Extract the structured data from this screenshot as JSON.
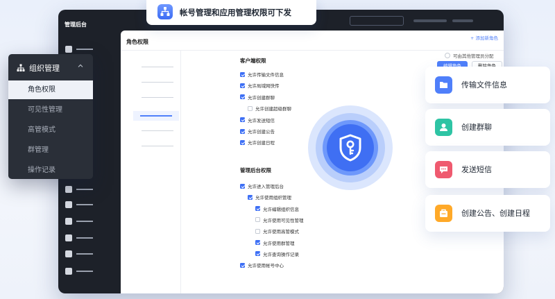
{
  "badge": {
    "title": "帐号管理和应用管理权限可下发",
    "icon": "org-chart-icon"
  },
  "app": {
    "title": "管理后台"
  },
  "page": {
    "title": "角色权限",
    "add_role": "+ 添加新角色"
  },
  "toolbar": {
    "edit_role": "编辑角色",
    "delete_role": "删除角色",
    "assign_option": "可由其他管理员分配"
  },
  "client_section": {
    "title": "客户端权限",
    "items": [
      {
        "label": "允许传输文件信息",
        "checked": true,
        "indent": 0
      },
      {
        "label": "允许局域网快传",
        "checked": true,
        "indent": 0
      },
      {
        "label": "允许创建群聊",
        "checked": true,
        "indent": 0
      },
      {
        "label": "允许创建超级群聊",
        "checked": false,
        "indent": 1
      },
      {
        "label": "允许发送短信",
        "checked": true,
        "indent": 0
      },
      {
        "label": "允许创建公告",
        "checked": true,
        "indent": 0
      },
      {
        "label": "允许创建日程",
        "checked": true,
        "indent": 0
      }
    ]
  },
  "admin_section": {
    "title": "管理后台权限",
    "items": [
      {
        "label": "允许进入管理后台",
        "checked": true,
        "indent": 0
      },
      {
        "label": "允许使用组织管理",
        "checked": true,
        "indent": 1
      },
      {
        "label": "允许编辑组织信息",
        "checked": true,
        "indent": 2
      },
      {
        "label": "允许使用可见性管理",
        "checked": false,
        "indent": 2
      },
      {
        "label": "允许使用高管模式",
        "checked": false,
        "indent": 2
      },
      {
        "label": "允许使用群管理",
        "checked": true,
        "indent": 2
      },
      {
        "label": "允许查询操作记录",
        "checked": true,
        "indent": 2
      },
      {
        "label": "允许使用帐号中心",
        "checked": true,
        "indent": 0
      }
    ]
  },
  "menu": {
    "title": "组织管理",
    "icon": "org-tree-icon",
    "items": [
      {
        "label": "角色权限",
        "active": true
      },
      {
        "label": "可见性管理",
        "active": false
      },
      {
        "label": "高管模式",
        "active": false
      },
      {
        "label": "群管理",
        "active": false
      },
      {
        "label": "操作记录",
        "active": false
      }
    ]
  },
  "hub": {
    "icon": "shield-key-icon"
  },
  "features": [
    {
      "label": "传输文件信息",
      "icon": "folder-icon",
      "color": "#4f7ffa"
    },
    {
      "label": "创建群聊",
      "icon": "group-chat-icon",
      "color": "#2ec4a4"
    },
    {
      "label": "发送短信",
      "icon": "message-icon",
      "color": "#ef5a6f"
    },
    {
      "label": "创建公告、创建日程",
      "icon": "calendar-bag-icon",
      "color": "#ffa928"
    }
  ],
  "colors": {
    "accent": "#4f7ffa",
    "dark": "#1d2129",
    "menu_bg": "#2a2f38"
  }
}
